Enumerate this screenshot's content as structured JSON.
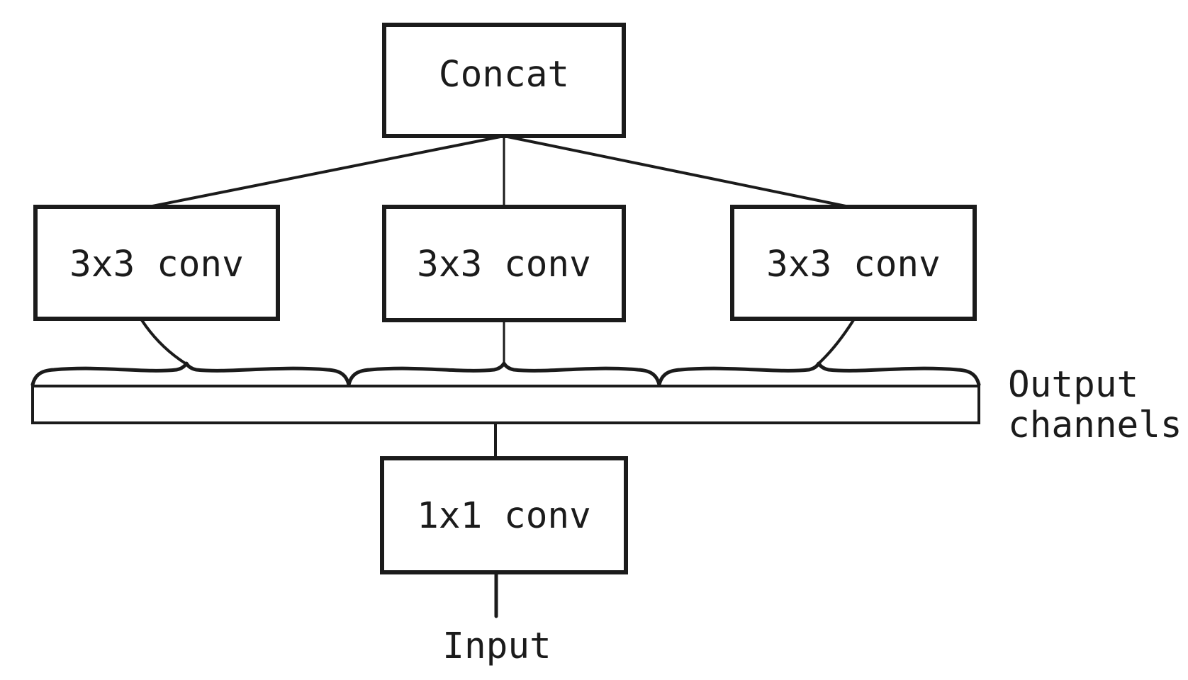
{
  "diagram": {
    "background": "#ffffff",
    "stroke_color": "#1b1b1b",
    "nodes": {
      "concat": "Concat",
      "conv_left": "3x3 conv",
      "conv_middle": "3x3 conv",
      "conv_right": "3x3 conv",
      "conv_1x1": "1x1 conv"
    },
    "labels": {
      "input": "Input",
      "output_line1": "Output",
      "output_line2": "channels"
    }
  }
}
